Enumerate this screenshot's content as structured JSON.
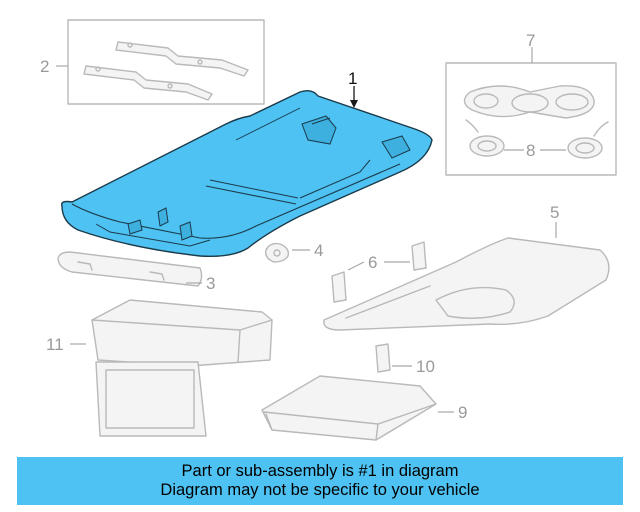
{
  "diagram": {
    "highlight_color": "#4ec2f2",
    "callouts": {
      "c1": "1",
      "c2": "2",
      "c3": "3",
      "c4": "4",
      "c5": "5",
      "c6": "6",
      "c7": "7",
      "c8": "8",
      "c9": "9",
      "c10": "10",
      "c11": "11"
    }
  },
  "banner": {
    "line1": "Part or sub-assembly is #1 in diagram",
    "line2": "Diagram may not be specific to your vehicle"
  }
}
